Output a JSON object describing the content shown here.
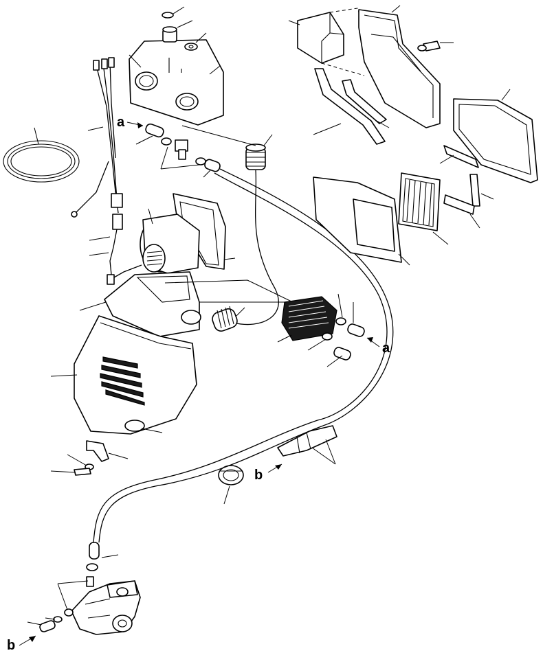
{
  "figure": {
    "type": "exploded-parts-diagram",
    "reference_labels": {
      "a_top": "a",
      "a_right": "a",
      "b_middle": "b",
      "b_bottom": "b"
    }
  }
}
